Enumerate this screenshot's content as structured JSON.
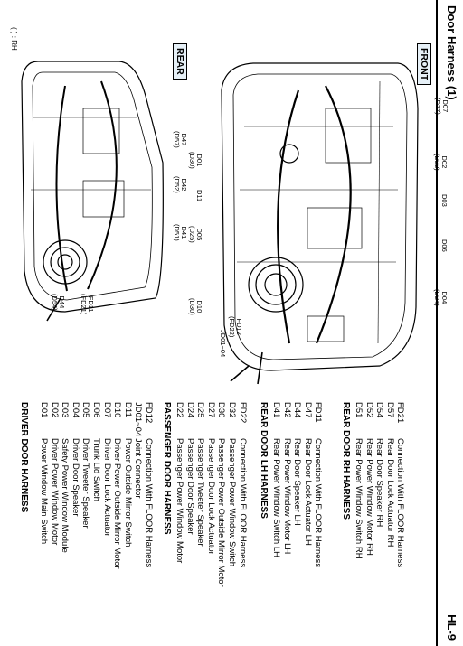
{
  "header": {
    "title": "Door Harness (1)",
    "page": "HL-9"
  },
  "badges": {
    "front": "FRONT",
    "rear": "REAR"
  },
  "note": "( ) : RH",
  "callouts_front": [
    {
      "code": "D07",
      "rh": "(D27)"
    },
    {
      "code": "D02",
      "rh": "(D22)"
    },
    {
      "code": "D03",
      "rh": ""
    },
    {
      "code": "D06",
      "rh": ""
    },
    {
      "code": "D04",
      "rh": "(D24)"
    },
    {
      "code": "D01",
      "rh": "(D30)"
    },
    {
      "code": "D11",
      "rh": ""
    },
    {
      "code": "D05",
      "rh": "(D25)"
    },
    {
      "code": "D10",
      "rh": "(D30)"
    },
    {
      "code": "JD01~04",
      "rh": ""
    },
    {
      "code": "FD12",
      "rh": "(FD22)"
    }
  ],
  "callouts_rear": [
    {
      "code": "D47",
      "rh": "(D57)"
    },
    {
      "code": "D42",
      "rh": "(D52)"
    },
    {
      "code": "D41",
      "rh": "(D51)"
    },
    {
      "code": "FD11",
      "rh": "(FD21)"
    },
    {
      "code": "D44",
      "rh": "(D54)"
    }
  ],
  "legend": [
    {
      "title": "DRIVER DOOR HARNESS",
      "items": [
        {
          "code": "D01",
          "name": "Power Window Main Switch"
        },
        {
          "code": "D02",
          "name": "Driver Power Window Motor"
        },
        {
          "code": "D03",
          "name": "Safety Power Window Module"
        },
        {
          "code": "D04",
          "name": "Driver Door Speaker"
        },
        {
          "code": "D05",
          "name": "Driver Tweeter Speaker"
        },
        {
          "code": "D06",
          "name": "Trunk Lid Switch"
        },
        {
          "code": "D07",
          "name": "Driver Door Lock Actuator"
        },
        {
          "code": "D10",
          "name": "Driver Power Outside Mirror Motor"
        },
        {
          "code": "D11",
          "name": "Power Outside Mirror Switch"
        },
        {
          "code": "JD01~04",
          "name": "Joint Connector"
        },
        {
          "code": "FD12",
          "name": "Connection With FLOOR Harness"
        }
      ]
    },
    {
      "title": "PASSENGER DOOR HARNESS",
      "items": [
        {
          "code": "D22",
          "name": "Passenger Power Window Motor"
        },
        {
          "code": "D24",
          "name": "Passenger Door Speaker"
        },
        {
          "code": "D25",
          "name": "Passenger Tweeter Speaker"
        },
        {
          "code": "D27",
          "name": "Passenger Door Lock Actuator"
        },
        {
          "code": "D30",
          "name": "Passenger Power Outside Mirror Motor"
        },
        {
          "code": "D32",
          "name": "Passenger Power Window Switch"
        },
        {
          "code": "FD22",
          "name": "Connection With FLOOR Harness"
        }
      ]
    },
    {
      "title": "REAR DOOR LH HARNESS",
      "items": [
        {
          "code": "D41",
          "name": "Rear Power Window Switch LH"
        },
        {
          "code": "D42",
          "name": "Rear Power Window Motor LH"
        },
        {
          "code": "D44",
          "name": "Rear Door Speaker LH"
        },
        {
          "code": "D47",
          "name": "Rear Door Lock Actuator LH"
        },
        {
          "code": "FD11",
          "name": "Connection With FLOOR Harness"
        }
      ]
    },
    {
      "title": "REAR DOOR RH HARNESS",
      "items": [
        {
          "code": "D51",
          "name": "Rear Power Window Switch RH"
        },
        {
          "code": "D52",
          "name": "Rear Power Window Motor RH"
        },
        {
          "code": "D54",
          "name": "Rear Door Speaker RH"
        },
        {
          "code": "D57",
          "name": "Rear Door Lock Actuator RH"
        },
        {
          "code": "FD21",
          "name": "Connection With FLOOR Harness"
        }
      ]
    }
  ]
}
